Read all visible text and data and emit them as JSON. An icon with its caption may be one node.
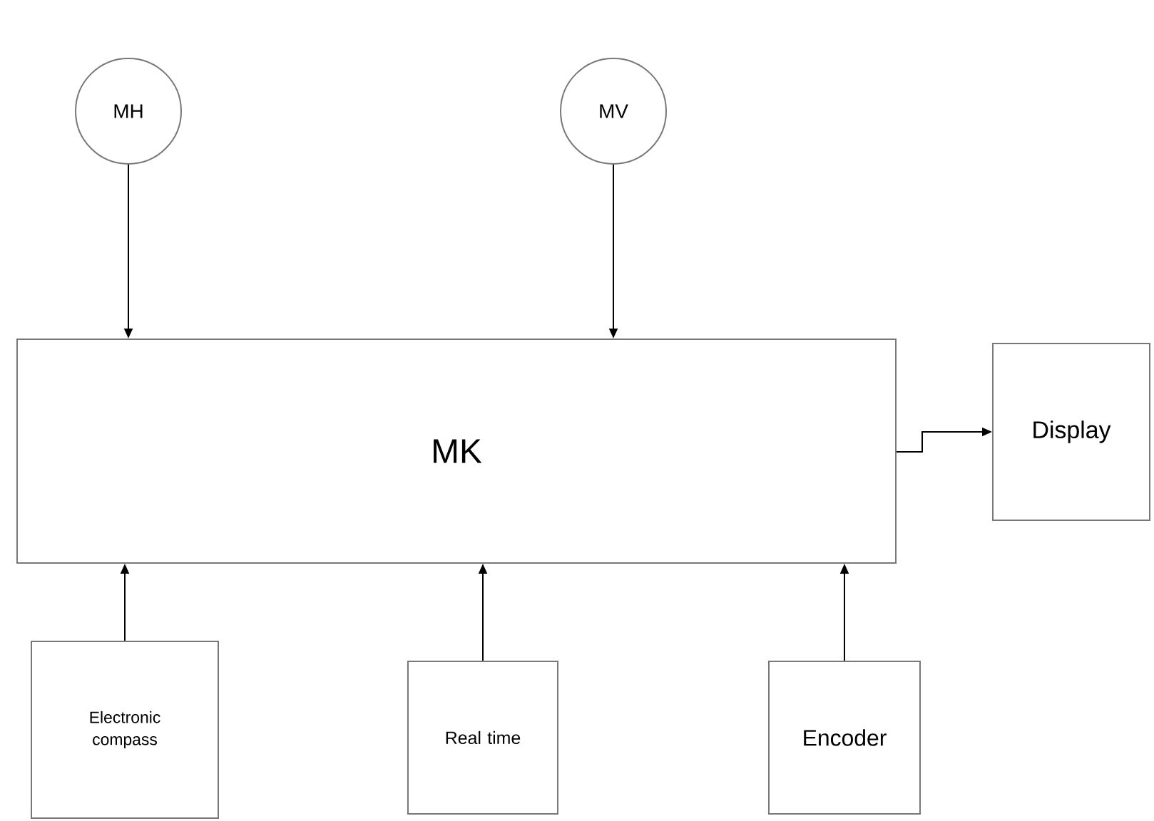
{
  "diagram": {
    "nodes": [
      {
        "text": [
          "MH"
        ]
      },
      {
        "text": [
          "MV"
        ]
      },
      {
        "text": [
          "MK"
        ]
      },
      {
        "text": [
          "Display"
        ]
      },
      {
        "text": [
          "Electronic compass"
        ]
      },
      {
        "text": [
          "Real time"
        ]
      },
      {
        "text": [
          "Encoder"
        ]
      }
    ],
    "edges": [
      {
        "from": 0,
        "to": 2,
        "arrow": "to"
      },
      {
        "from": 1,
        "to": 2,
        "arrow": "to"
      },
      {
        "from": 2,
        "to": 3,
        "arrow": "to"
      },
      {
        "from": 4,
        "to": 2,
        "arrow": "to"
      },
      {
        "from": 5,
        "to": 2,
        "arrow": "to"
      },
      {
        "from": 6,
        "to": 2,
        "arrow": "to"
      }
    ]
  }
}
